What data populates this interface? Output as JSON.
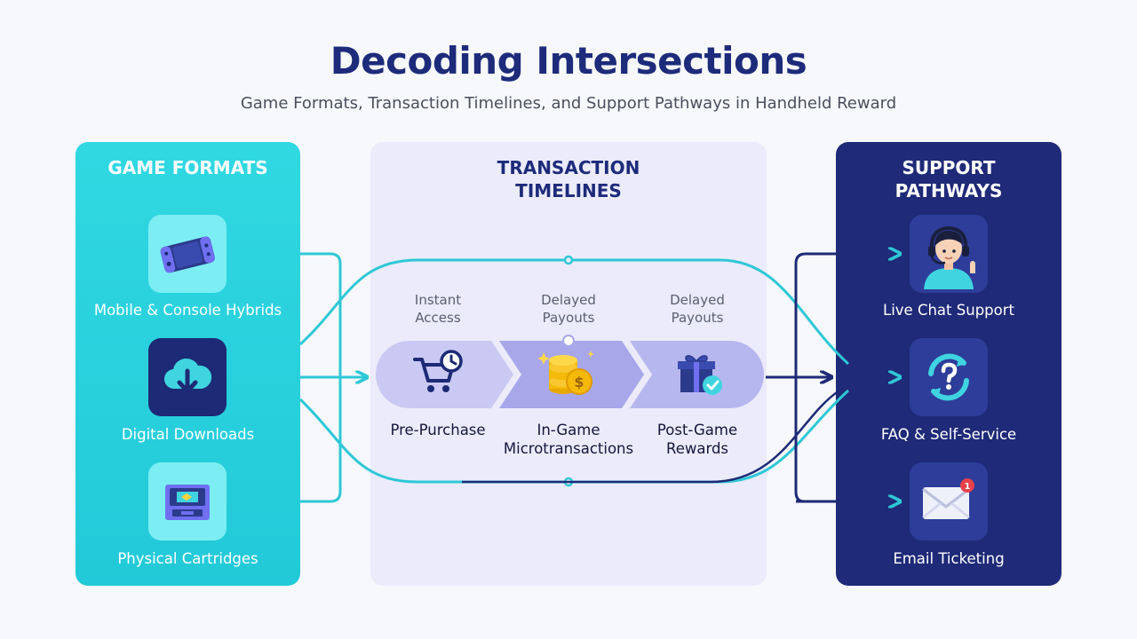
{
  "title": "Decoding Intersections",
  "subtitle": "Game Formats, Transaction Timelines, and Support Pathways in Handheld Reward",
  "panels": {
    "left": {
      "heading": "GAME FORMATS",
      "items": [
        {
          "label": "Mobile & Console Hybrids",
          "icon": "handheld-console-icon"
        },
        {
          "label": "Digital Downloads",
          "icon": "cloud-download-icon"
        },
        {
          "label": "Physical Cartridges",
          "icon": "cartridge-icon"
        }
      ]
    },
    "middle": {
      "heading_line1": "TRANSACTION",
      "heading_line2": "TIMELINES",
      "stages": [
        {
          "top_line1": "Instant",
          "top_line2": "Access",
          "bottom_line1": "Pre-Purchase",
          "bottom_line2": "",
          "icon": "shopping-cart-clock-icon"
        },
        {
          "top_line1": "Delayed",
          "top_line2": "Payouts",
          "bottom_line1": "In-Game",
          "bottom_line2": "Microtransactions",
          "icon": "coin-stack-icon"
        },
        {
          "top_line1": "Delayed",
          "top_line2": "Payouts",
          "bottom_line1": "Post-Game",
          "bottom_line2": "Rewards",
          "icon": "gift-check-icon"
        }
      ]
    },
    "right": {
      "heading_line1": "SUPPORT",
      "heading_line2": "PATHWAYS",
      "items": [
        {
          "label": "Live Chat Support",
          "icon": "support-agent-icon"
        },
        {
          "label": "FAQ & Self-Service",
          "icon": "faq-refresh-icon"
        },
        {
          "label": "Email Ticketing",
          "icon": "email-notification-icon",
          "badge": "1"
        }
      ]
    }
  },
  "colors": {
    "title": "#1d2b7a",
    "cyan_panel": "#2bd3df",
    "mid_panel": "#ebebfb",
    "navy_panel": "#1f2a78",
    "cyan_line": "#2ec8d6",
    "navy_line": "#1d2a75"
  }
}
